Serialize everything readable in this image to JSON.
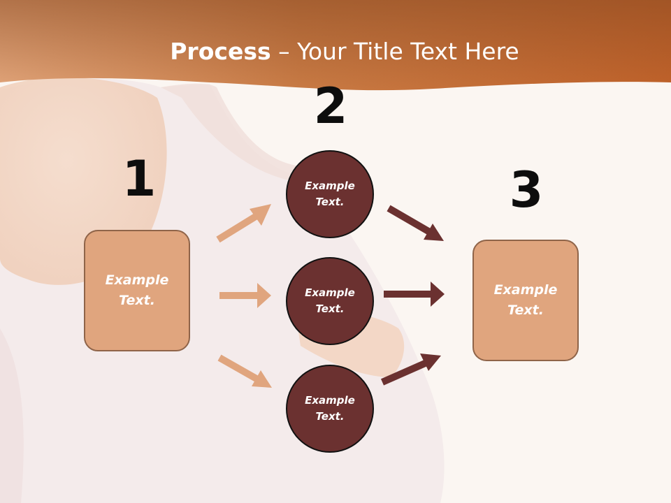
{
  "slide": {
    "title_bold": "Process",
    "title_rest": " – Your Title Text Here"
  },
  "steps": {
    "one": "1",
    "two": "2",
    "three": "3"
  },
  "nodes": {
    "left_box": "Example Text.",
    "circle_top": "Example Text.",
    "circle_middle": "Example Text.",
    "circle_bottom": "Example Text.",
    "right_box": "Example Text."
  },
  "colors": {
    "header": "#c4692f",
    "box_fill": "#e0a57e",
    "circle_fill": "#6b3130",
    "arrow_light": "#e0a57e",
    "arrow_dark": "#6b3130"
  }
}
